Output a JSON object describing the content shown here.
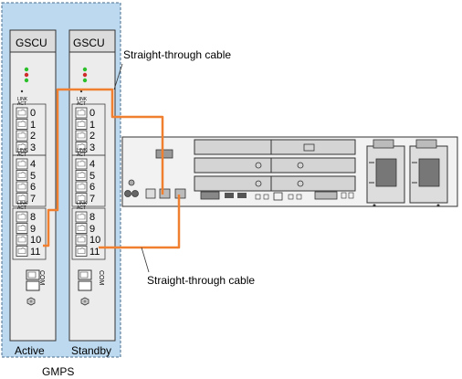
{
  "diagram": {
    "cables": [
      {
        "label": "Straight-through cable"
      },
      {
        "label": "Straight-through cable"
      }
    ],
    "subrack_label": "GMPS",
    "boards": [
      {
        "name": "GSCU",
        "role": "Active"
      },
      {
        "name": "GSCU",
        "role": "Standby"
      }
    ],
    "port_numbers": [
      "0",
      "1",
      "2",
      "3",
      "4",
      "5",
      "6",
      "7",
      "8",
      "9",
      "10",
      "11"
    ],
    "port_group_label": "LINK ACT",
    "com_label": "COM",
    "colors": {
      "subrack_fill": "#bcd9ef",
      "board_fill": "#ececec",
      "cable": "#f08030",
      "outline": "#333333"
    }
  }
}
